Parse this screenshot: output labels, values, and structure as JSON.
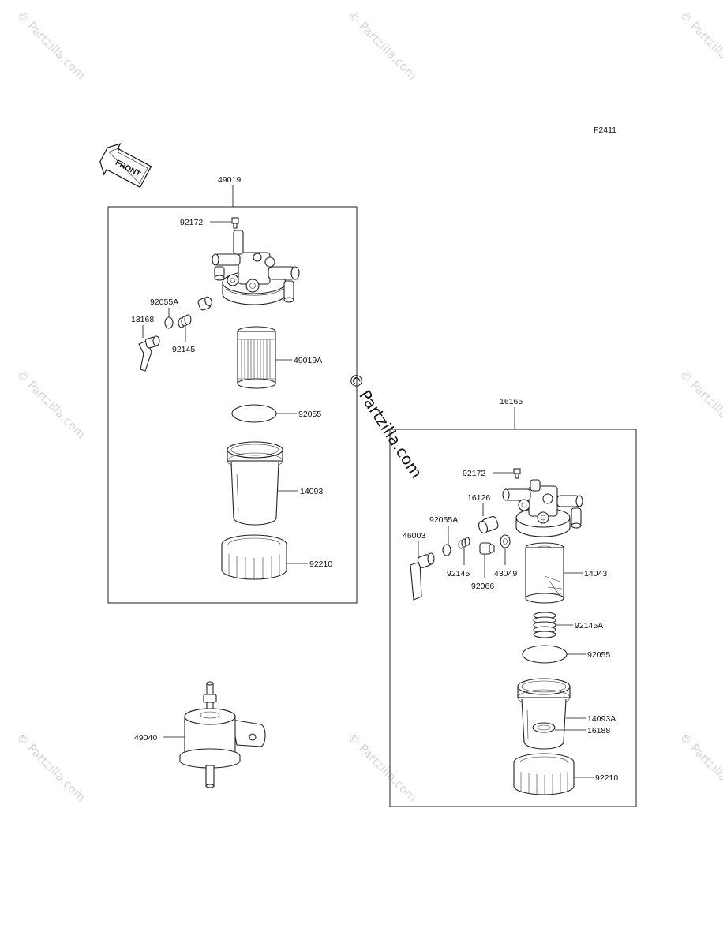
{
  "figure_code": "F2411",
  "front_label": "FRONT",
  "watermark": "© Partzilla.com",
  "center_watermark": "© Partzilla.com",
  "assemblies": [
    {
      "number": "49019",
      "parts": [
        "92172",
        "92055A",
        "13168",
        "92145",
        "49019A",
        "92055",
        "14093",
        "92210"
      ]
    },
    {
      "number": "16165",
      "parts": [
        "92172",
        "16126",
        "92055A",
        "46003",
        "92145",
        "92066",
        "43049",
        "14043",
        "92145A",
        "92055",
        "14093A",
        "16188",
        "92210"
      ]
    }
  ],
  "standalone_parts": [
    "49040"
  ]
}
